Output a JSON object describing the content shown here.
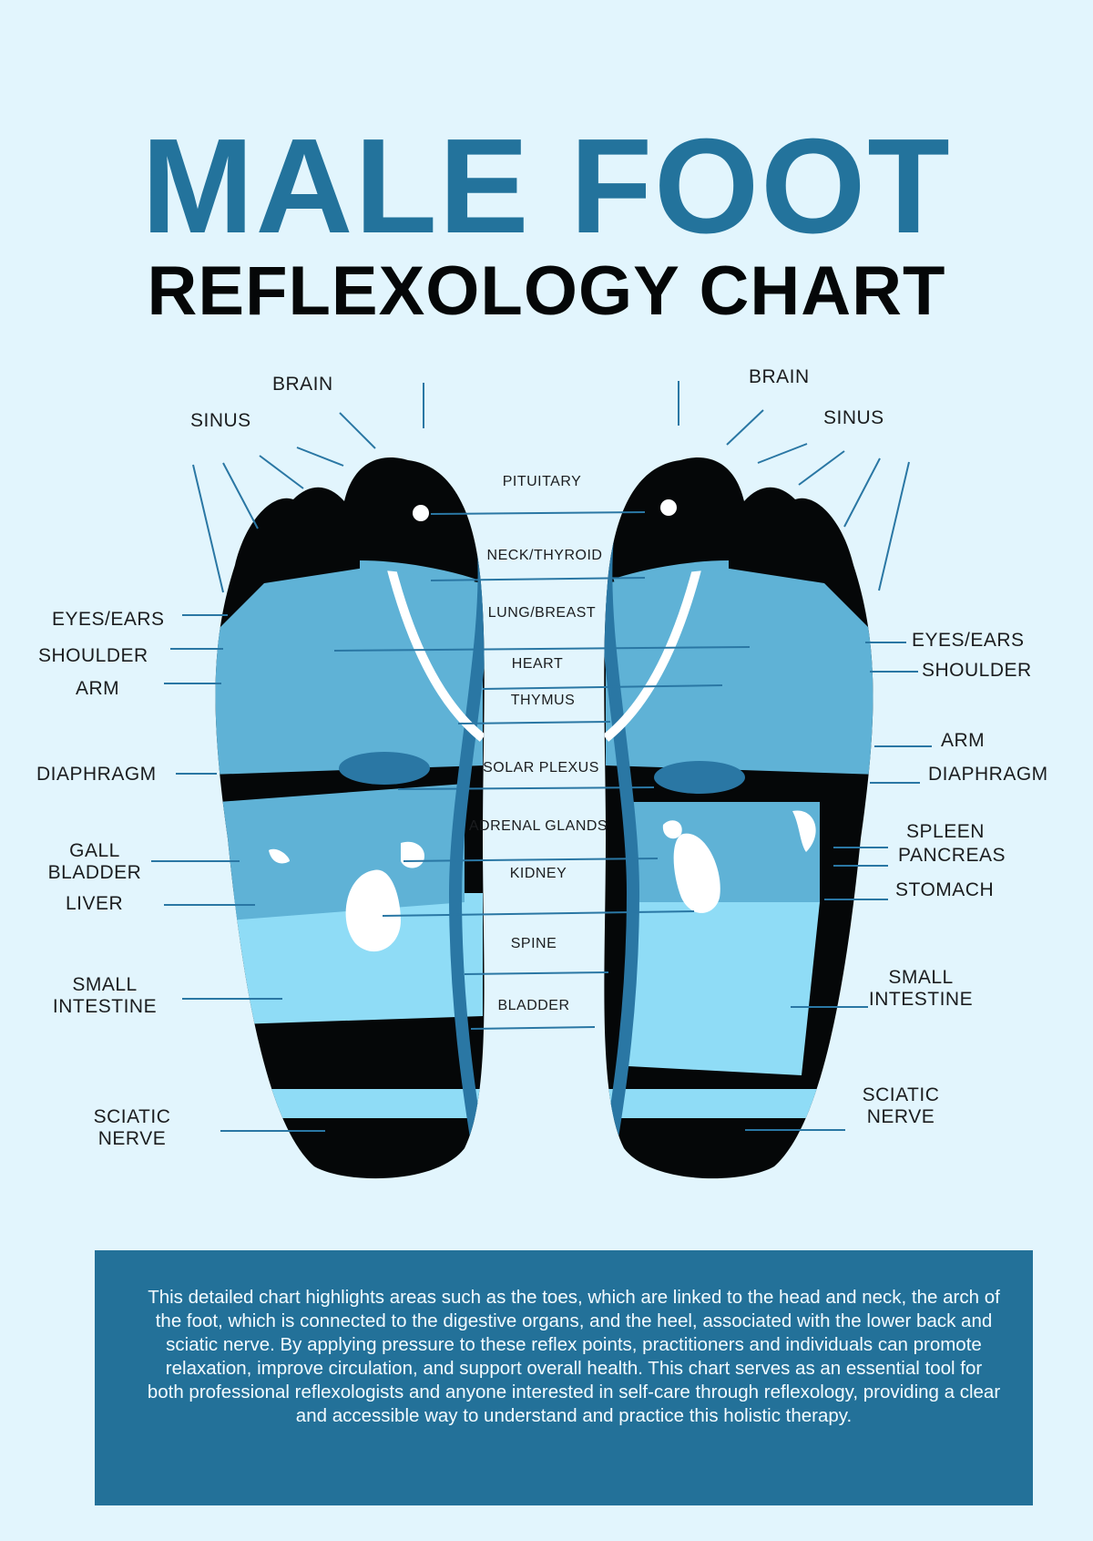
{
  "title": "MALE FOOT",
  "subtitle": "REFLEXOLOGY CHART",
  "colors": {
    "background": "#e2f5fd",
    "title": "#23739c",
    "black": "#050708",
    "light_blue": "#8fdcf6",
    "mid_blue": "#5fb2d6",
    "dark_blue": "#2a77a4",
    "box": "#237199"
  },
  "left_labels": {
    "brain": "BRAIN",
    "sinus": "SINUS",
    "eyes_ears": "EYES/EARS",
    "shoulder": "SHOULDER",
    "arm": "ARM",
    "diaphragm": "DIAPHRAGM",
    "gall_bladder": "GALL\nBLADDER",
    "liver": "LIVER",
    "small_intestine": "SMALL\nINTESTINE",
    "sciatic_nerve": "SCIATIC\nNERVE"
  },
  "right_labels": {
    "brain": "BRAIN",
    "sinus": "SINUS",
    "eyes_ears": "EYES/EARS",
    "shoulder": "SHOULDER",
    "arm": "ARM",
    "diaphragm": "DIAPHRAGM",
    "spleen": "SPLEEN",
    "pancreas": "PANCREAS",
    "stomach": "STOMACH",
    "small_intestine": "SMALL\nINTESTINE",
    "sciatic_nerve": "SCIATIC\nNERVE"
  },
  "center_labels": {
    "pituitary": "PITUITARY",
    "neck_thyroid": "NECK/THYROID",
    "lung_breast": "LUNG/BREAST",
    "heart": "HEART",
    "thymus": "THYMUS",
    "solar_plexus": "SOLAR PLEXUS",
    "adrenal_glands": "ADRENAL GLANDS",
    "kidney": "KIDNEY",
    "spine": "SPINE",
    "bladder": "BLADDER"
  },
  "description": "This detailed chart highlights areas such as the toes, which are linked to the head and neck, the arch of the foot, which is connected to the digestive organs, and the heel, associated with the lower back and sciatic nerve. By applying pressure to these reflex points, practitioners and individuals can promote relaxation, improve circulation, and support overall health. This chart serves as an essential tool for both professional reflexologists and anyone interested in self-care through reflexology, providing a clear and accessible way to understand and practice this holistic therapy."
}
